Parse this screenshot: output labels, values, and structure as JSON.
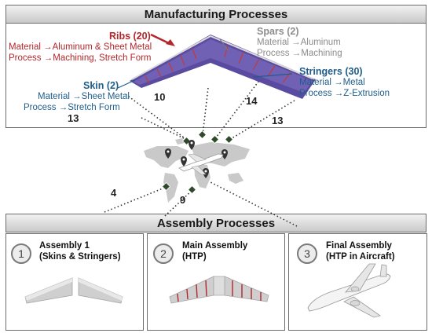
{
  "manufacturing": {
    "title": "Manufacturing Processes",
    "ribs": {
      "title": "Ribs (20)",
      "material": "Material →Aluminum & Sheet Metal",
      "process": "Process →Machining, Stretch Form",
      "color": "#b3262a"
    },
    "spars": {
      "title": "Spars (2)",
      "material": "Material →Aluminum",
      "process": "Process →Machining",
      "color": "#8c8c8c"
    },
    "skin": {
      "title": "Skin (2)",
      "material": "Material →Sheet Metal",
      "process": "Process →Stretch Form",
      "color": "#1f5d8a"
    },
    "stringers": {
      "title": "Stringers (30)",
      "material": "Material →Metal",
      "process": "Process →Z-Extrusion",
      "color": "#1f5d8a"
    },
    "supplier_counts": [
      "10",
      "14",
      "13",
      "13"
    ]
  },
  "map": {
    "counts": [
      "4",
      "9"
    ]
  },
  "assembly": {
    "title": "Assembly Processes",
    "steps": [
      {
        "number": "1",
        "title": "Assembly 1",
        "subtitle": "(Skins & Stringers)"
      },
      {
        "number": "2",
        "title": "Main Assembly",
        "subtitle": "(HTP)"
      },
      {
        "number": "3",
        "title": "Final Assembly",
        "subtitle": "(HTP in Aircraft)"
      }
    ]
  }
}
